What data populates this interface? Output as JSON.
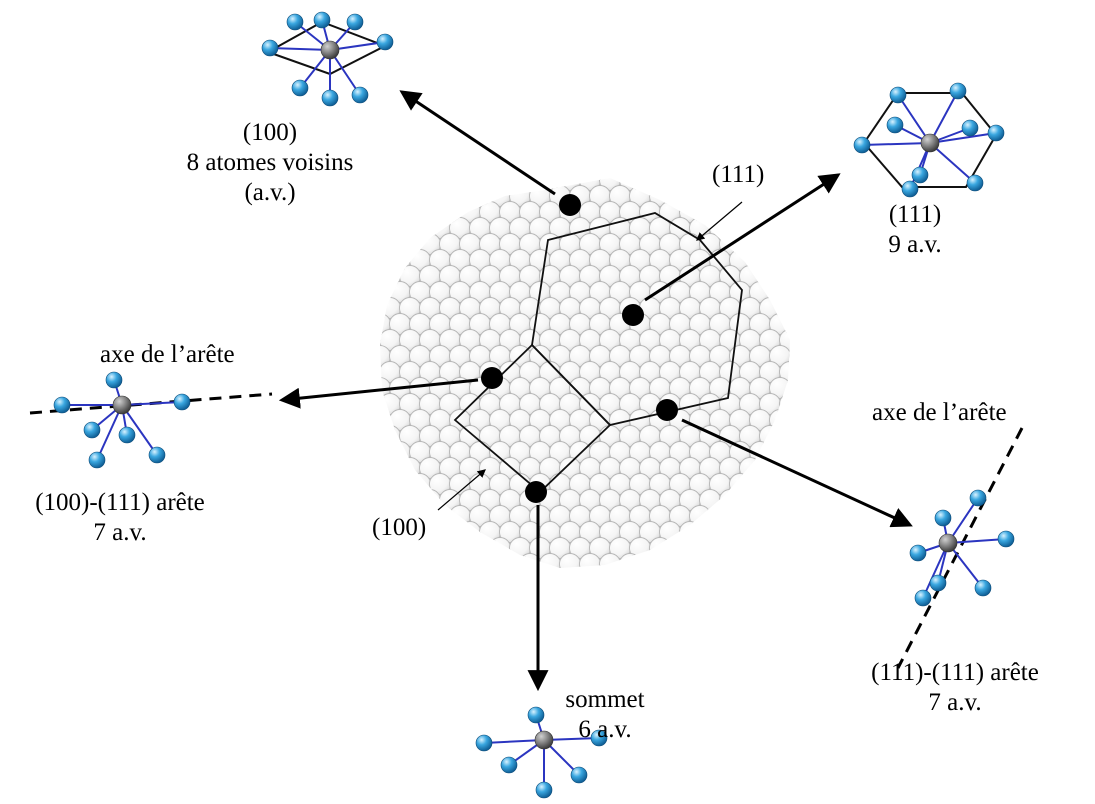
{
  "labels": {
    "site_100_face": [
      "(100)",
      "8 atomes voisins",
      "(a.v.)"
    ],
    "site_111_face": [
      "(111)",
      "9 a.v."
    ],
    "facet_111": "(111)",
    "facet_100": "(100)",
    "edge_100_111_axis": "axe de l’arête",
    "edge_100_111": [
      "(100)-(111) arête",
      "7 a.v."
    ],
    "edge_111_111_axis": "axe de l’arête",
    "edge_111_111": [
      "(111)-(111) arête",
      "7 a.v."
    ],
    "vertex": [
      "sommet",
      "6 a.v."
    ]
  },
  "colors": {
    "neighbor_atom": "#3aa7e0",
    "central_atom": "#808080",
    "bond": "#2b35c0",
    "arrow": "#000000",
    "cluster_sphere_outline": "#b5b5b5"
  }
}
